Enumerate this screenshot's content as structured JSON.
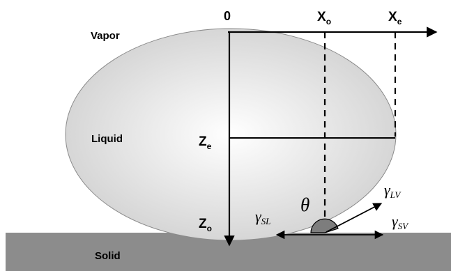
{
  "regions": {
    "vapor": "Vapor",
    "liquid": "Liquid",
    "solid": "Solid"
  },
  "axis_labels": {
    "origin": "0",
    "x_o": {
      "base": "X",
      "sub": "o"
    },
    "x_e": {
      "base": "X",
      "sub": "e"
    },
    "z_e": {
      "base": "Z",
      "sub": "e"
    },
    "z_o": {
      "base": "Z",
      "sub": "o"
    }
  },
  "angle_label": "θ",
  "tensions": {
    "lv": {
      "symbol": "γ",
      "sub": "LV"
    },
    "sv": {
      "symbol": "γ",
      "sub": "SV"
    },
    "sl": {
      "symbol": "γ",
      "sub": "SL"
    }
  },
  "colors": {
    "background": "#ffffff",
    "solid_fill": "#8c8c8c",
    "drop_center": "#ffffff",
    "drop_edge": "#d2d2d2",
    "drop_outline": "#8a8a8a",
    "angle_fill": "#7d7d7d",
    "line": "#000000"
  }
}
